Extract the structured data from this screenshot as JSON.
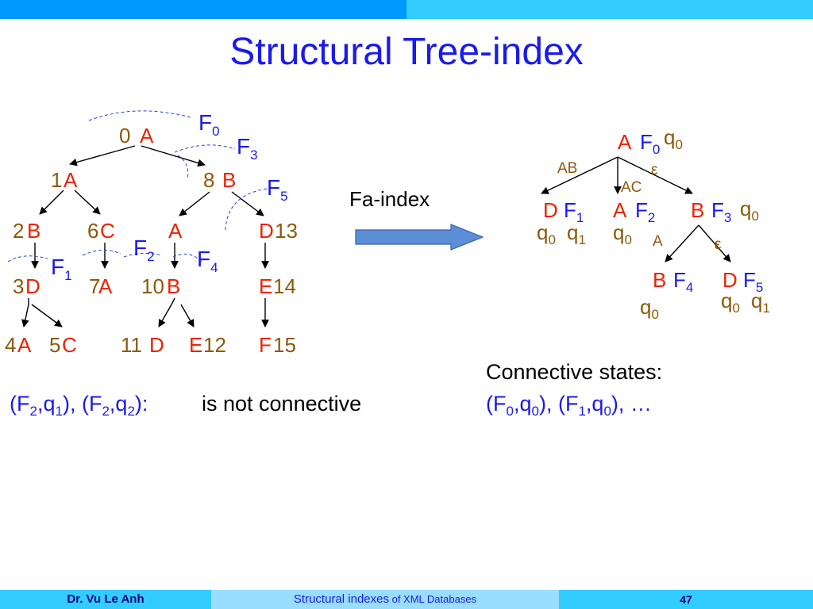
{
  "slide": {
    "title": "Structural Tree-index",
    "arrow_label": "Fa-index",
    "left_note": {
      "line": ", (F",
      "tail": "is not connective"
    },
    "right_note": {
      "line1": "Connective states:",
      "ellipsis": ", …"
    }
  },
  "left_tree": {
    "nodes": [
      {
        "id": "n0",
        "num": "0",
        "label": "A"
      },
      {
        "id": "n1",
        "num": "1",
        "label": "A"
      },
      {
        "id": "n8",
        "num": "8",
        "label": "B"
      },
      {
        "id": "n2",
        "num": "2",
        "label": "B"
      },
      {
        "id": "n6",
        "num": "6",
        "label": "C"
      },
      {
        "id": "nA",
        "num": "",
        "label": "A"
      },
      {
        "id": "n13",
        "num": "13",
        "label": "D"
      },
      {
        "id": "n3",
        "num": "3",
        "label": "D"
      },
      {
        "id": "n7",
        "num": "7",
        "label": "A"
      },
      {
        "id": "n10",
        "num": "10",
        "label": "B"
      },
      {
        "id": "n14",
        "num": "14",
        "label": "E"
      },
      {
        "id": "n4",
        "num": "4",
        "label": "A"
      },
      {
        "id": "n5",
        "num": "5",
        "label": "C"
      },
      {
        "id": "n11",
        "num": "11",
        "label": "D"
      },
      {
        "id": "n12",
        "num": "12",
        "label": "E"
      },
      {
        "id": "n15",
        "num": "15",
        "label": "F"
      }
    ],
    "fa_labels": [
      "F0",
      "F3",
      "F5",
      "F1",
      "F2",
      "F4"
    ]
  },
  "right_tree": {
    "nodes": [
      {
        "label": "A",
        "f": "F",
        "f_sub": "0",
        "q": [
          {
            "q": "q",
            "sub": "0"
          }
        ]
      },
      {
        "label": "D",
        "f": "F",
        "f_sub": "1",
        "q": [
          {
            "q": "q",
            "sub": "0"
          },
          {
            "q": "q",
            "sub": "1"
          }
        ]
      },
      {
        "label": "A",
        "f": "F",
        "f_sub": "2",
        "q": [
          {
            "q": "q",
            "sub": "0"
          }
        ]
      },
      {
        "label": "B",
        "f": "F",
        "f_sub": "3",
        "q": [
          {
            "q": "q",
            "sub": "0"
          }
        ]
      },
      {
        "label": "B",
        "f": "F",
        "f_sub": "4",
        "q": [
          {
            "q": "q",
            "sub": "0"
          }
        ]
      },
      {
        "label": "D",
        "f": "F",
        "f_sub": "5",
        "q": [
          {
            "q": "q",
            "sub": "0"
          },
          {
            "q": "q",
            "sub": "1"
          }
        ]
      }
    ],
    "edge_labels": [
      "AB",
      "ε",
      "AC",
      "A",
      "ε"
    ]
  },
  "footer": {
    "author": "Dr. Vu Le Anh",
    "course_main": "Structural indexes",
    "course_small": " of XML Databases",
    "page": "47"
  },
  "colors": {
    "title": "#1a1aee",
    "node_label": "#ee2200",
    "node_number": "#8b5a0a",
    "fa_label": "#1a1aee",
    "arrow_fill": "#5b8ed6",
    "top_bar_left": "#0099ff",
    "top_bar_right": "#33ccff"
  }
}
